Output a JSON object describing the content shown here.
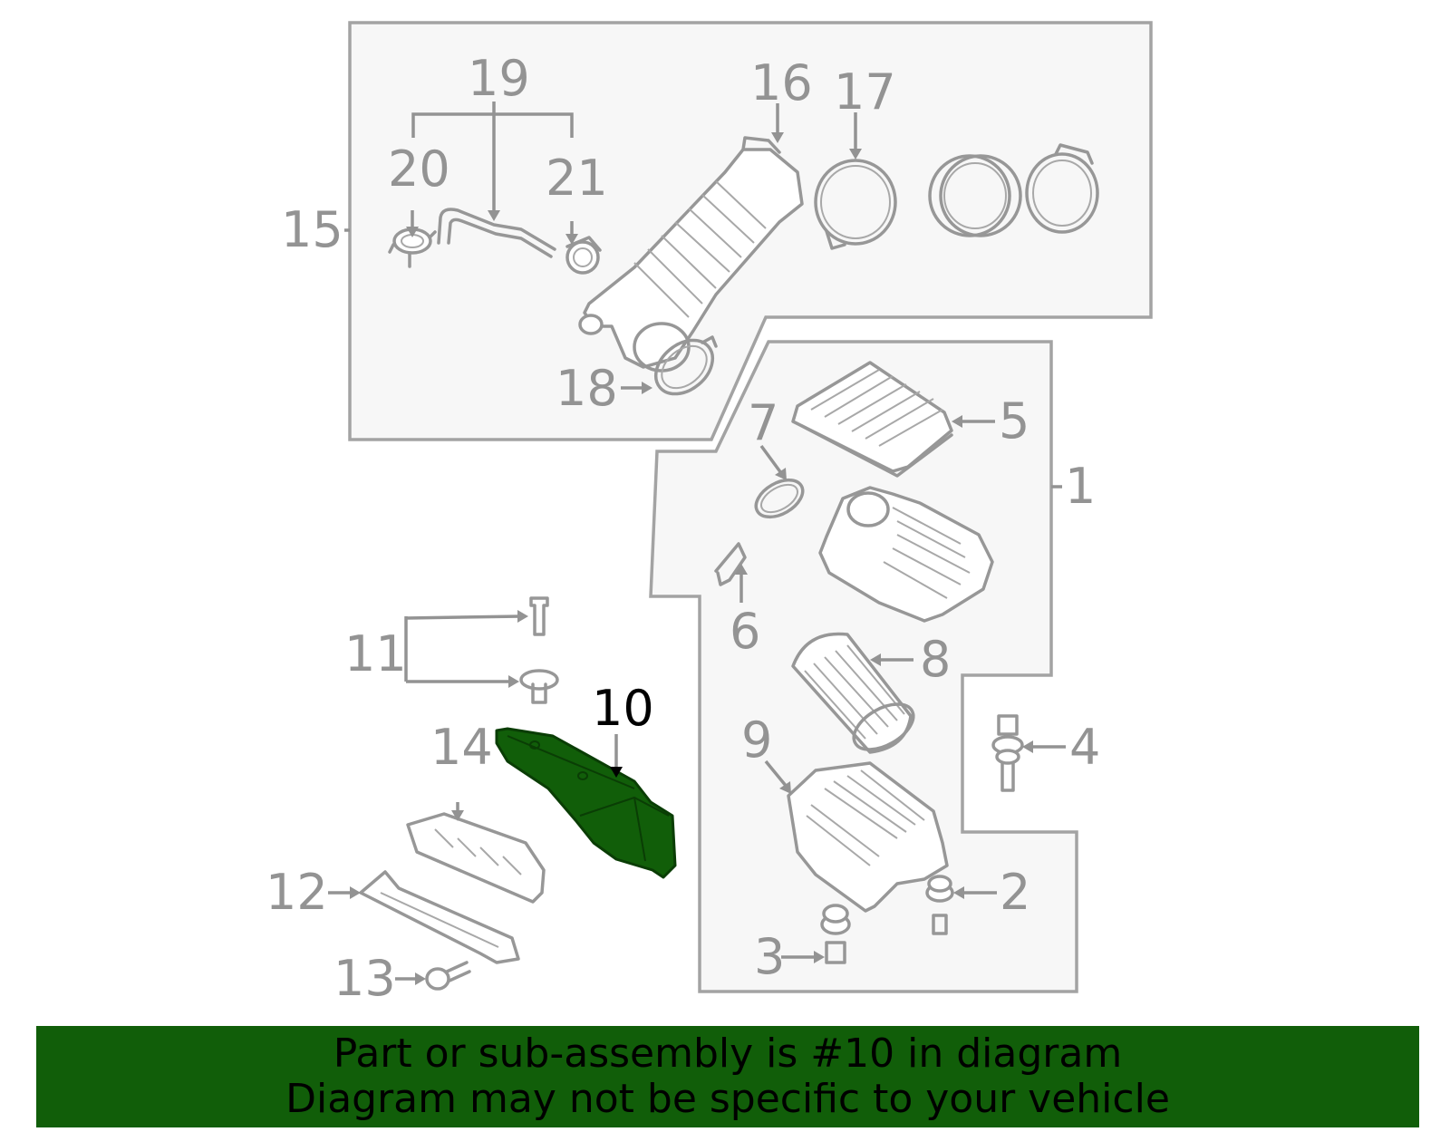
{
  "diagram": {
    "highlight_color": "#115e09",
    "line_color": "#979797",
    "box_fill": "#f7f7f7",
    "callouts": {
      "c1": "1",
      "c2": "2",
      "c3": "3",
      "c4": "4",
      "c5": "5",
      "c6": "6",
      "c7": "7",
      "c8": "8",
      "c9": "9",
      "c10": "10",
      "c11": "11",
      "c12": "12",
      "c13": "13",
      "c14": "14",
      "c15": "15",
      "c16": "16",
      "c17": "17",
      "c18": "18",
      "c19": "19",
      "c20": "20",
      "c21": "21"
    },
    "highlighted_part": "10"
  },
  "banner": {
    "line1": "Part or sub-assembly is #10 in diagram",
    "line2": "Diagram may not be specific to your vehicle",
    "background": "#115e09"
  }
}
